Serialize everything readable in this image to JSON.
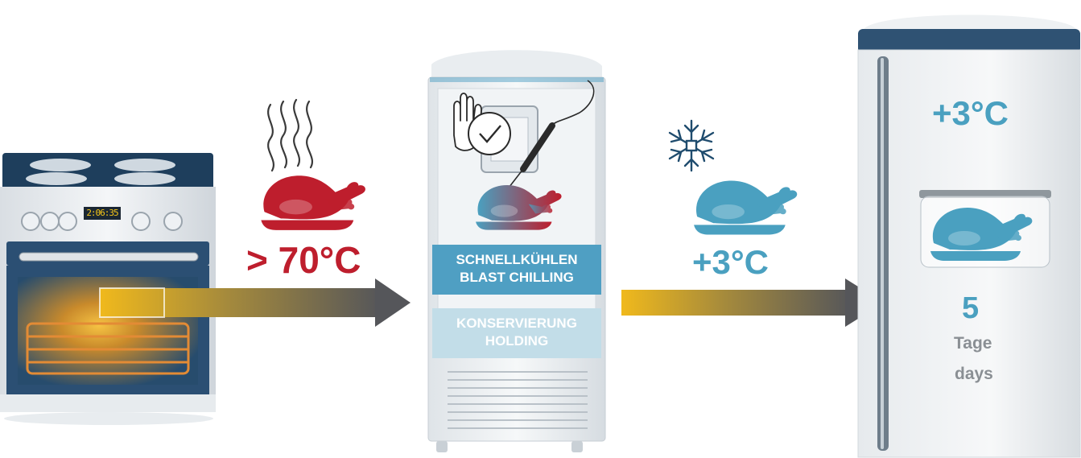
{
  "oven": {
    "display": "2:06:35"
  },
  "stage_hot": {
    "temperature": "> 70°C"
  },
  "blast_chiller": {
    "mode_active": [
      "SCHNELLKÜHLEN",
      "BLAST CHILLING"
    ],
    "mode_inactive": [
      "KONSERVIERUNG",
      "HOLDING"
    ]
  },
  "stage_cold": {
    "temperature": "+3°C"
  },
  "fridge": {
    "temperature": "+3°C",
    "shelf_life": {
      "value": "5",
      "unit_de": "Tage",
      "unit_en": "days"
    }
  },
  "colors": {
    "hot": "#be1e2d",
    "cold": "#4aa0c0",
    "arrow_start": "#f0b91c",
    "arrow_end": "#55565a",
    "panel_blue": "#4f9fc3",
    "panel_light": "#c2dde8"
  },
  "icons": [
    "steam-icon",
    "hand-stop-icon",
    "clock-check-icon",
    "core-probe-icon",
    "snowflake-icon",
    "roast-chicken-icon"
  ]
}
